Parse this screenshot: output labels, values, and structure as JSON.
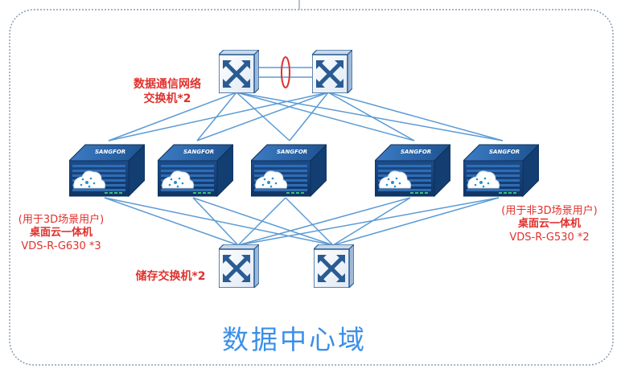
{
  "domain_title": "数据中心域",
  "data_switch": {
    "label_line1": "数据通信网络",
    "label_line2": "交换机*2"
  },
  "storage_switch": {
    "label": "储存交换机*2"
  },
  "left_group": {
    "line1": "(用于3D场景用户)",
    "line2": "桌面云一体机",
    "line3": "VDS-R-G630 *3"
  },
  "right_group": {
    "line1": "(用于非3D场景用户)",
    "line2": "桌面云一体机",
    "line3": "VDS-R-G530 *2"
  },
  "server_brand": "SANGFOR",
  "colors": {
    "frame": "#8a9bb5",
    "link": "#5b9bd5",
    "switch_blue": "#2a5c93",
    "server_blue": "#1b4f8f",
    "label_red": "#e0312d",
    "title_blue": "#3b8fe8"
  }
}
